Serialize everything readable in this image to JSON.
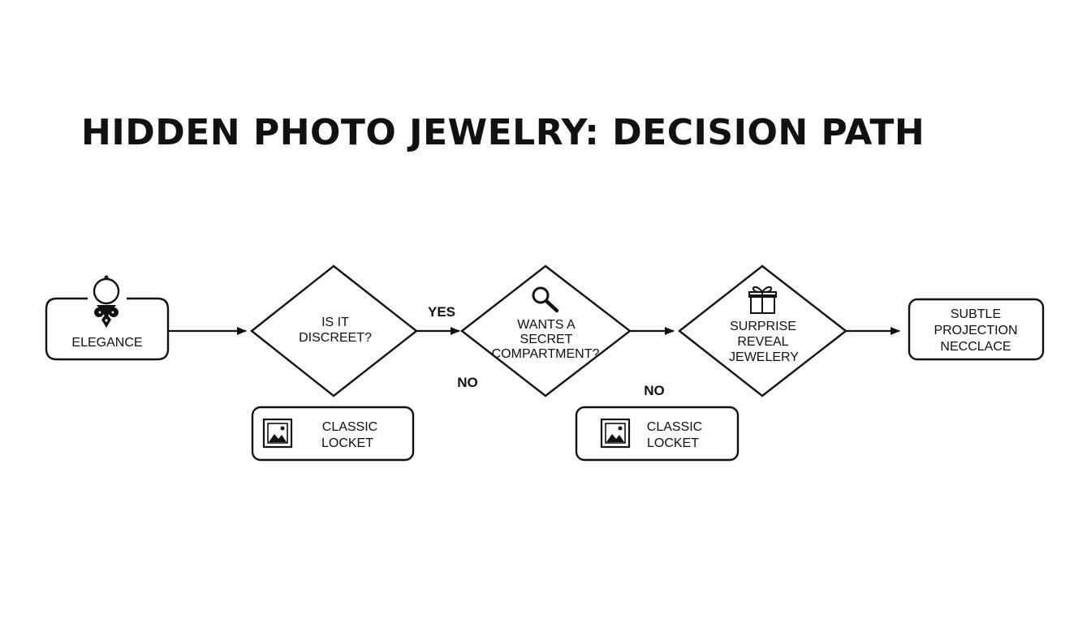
{
  "title": "HIDDEN PHOTO JEWELRY: DECISION PATH",
  "nodes": {
    "start": {
      "label": "ELEGANCE",
      "icon": "necklace-pendant-icon"
    },
    "decision1": {
      "lines": [
        "IS IT",
        "DISCREET?"
      ]
    },
    "decision2": {
      "lines": [
        "WANTS A",
        "SECRET",
        "COMPARTMENT?"
      ],
      "icon": "magnifier-icon"
    },
    "decision3": {
      "lines": [
        "SURPRISE",
        "REVEAL",
        "JEWELERY"
      ],
      "icon": "gift-icon"
    },
    "end": {
      "lines": [
        "SUBTLE",
        "PROJECTION",
        "NECCLACE"
      ]
    },
    "locket1": {
      "lines": [
        "CLASSIC",
        "LOCKET"
      ],
      "icon": "photo-icon"
    },
    "locket2": {
      "lines": [
        "CLASSIC",
        "LOCKET"
      ],
      "icon": "photo-icon"
    }
  },
  "edge_labels": {
    "yes": "YES",
    "no_1": "NO",
    "no_2": "NO"
  }
}
